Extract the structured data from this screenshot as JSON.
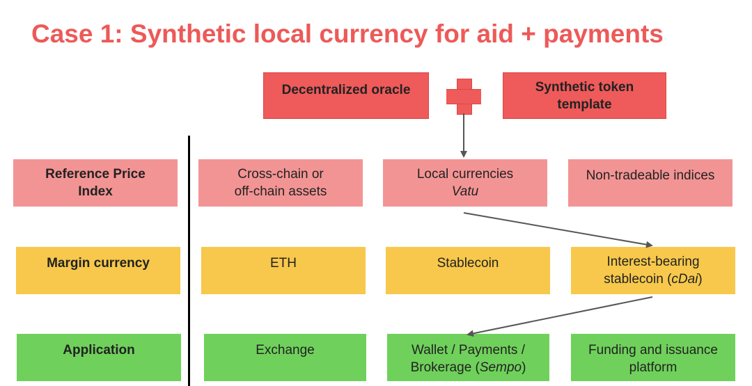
{
  "title": "Case 1: Synthetic local currency for aid + payments",
  "top": {
    "oracle": "Decentralized oracle",
    "token_line1": "Synthetic token",
    "token_line2": "template"
  },
  "rows": {
    "reference": {
      "label_line1": "Reference Price",
      "label_line2": "Index",
      "c1_line1": "Cross-chain or",
      "c1_line2": "off-chain assets",
      "c2_line1": "Local currencies",
      "c2_line2": "Vatu",
      "c3": "Non-tradeable indices"
    },
    "margin": {
      "label": "Margin currency",
      "c1": "ETH",
      "c2": "Stablecoin",
      "c3_line1": "Interest-bearing",
      "c3_line2a": "stablecoin (",
      "c3_line2b": "cDai",
      "c3_line2c": ")"
    },
    "application": {
      "label": "Application",
      "c1": "Exchange",
      "c2_line1": "Wallet / Payments /",
      "c2_line2a": "Brokerage (",
      "c2_line2b": "Sempo",
      "c2_line2c": ")",
      "c3_line1": "Funding and issuance",
      "c3_line2": "platform"
    }
  },
  "colors": {
    "title": "#ec5a58",
    "top_box": "#ef5a5a",
    "reference_row": "#f39494",
    "margin_row": "#f7c84b",
    "application_row": "#6fd15b"
  }
}
